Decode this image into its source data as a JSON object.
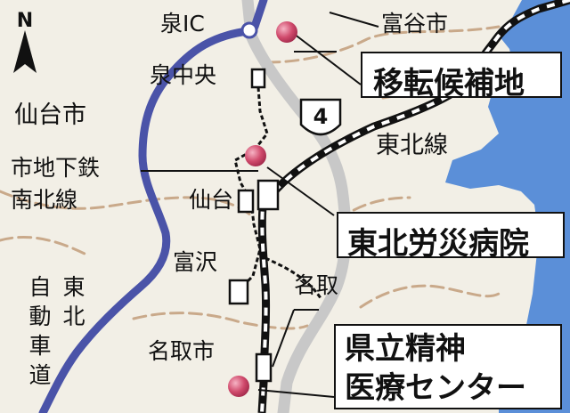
{
  "compass": {
    "north_label": "N"
  },
  "labels": {
    "izumi_ic": "泉IC",
    "tomiya_city": "富谷市",
    "izumi_chuo": "泉中央",
    "sendai_city": "仙台市",
    "route_number": "4",
    "tohoku_line": "東北線",
    "subway_line_1": "市地下鉄",
    "subway_line_2": "南北線",
    "sendai_station": "仙台",
    "tomizawa": "富沢",
    "natori_station": "名取",
    "natori_city": "名取市",
    "expressway_col1": "自動車道",
    "expressway_col2": "東北"
  },
  "callouts": {
    "relocation_site": "移転候補地",
    "rosai_hospital": "東北労災病院",
    "mental_center_line1": "県立精神",
    "mental_center_line2": "医療センター"
  },
  "colors": {
    "land": "#f2efe6",
    "water": "#5b8fd8",
    "expressway": "#4a53a8",
    "national_road": "#c8c8c8",
    "rail": "#111111",
    "boundary": "#c9a98a",
    "marker": "#c8385a"
  },
  "icons": [
    "north-arrow-icon",
    "route-4-shield-icon",
    "hospital-marker-icon",
    "interchange-icon",
    "station-icon"
  ]
}
